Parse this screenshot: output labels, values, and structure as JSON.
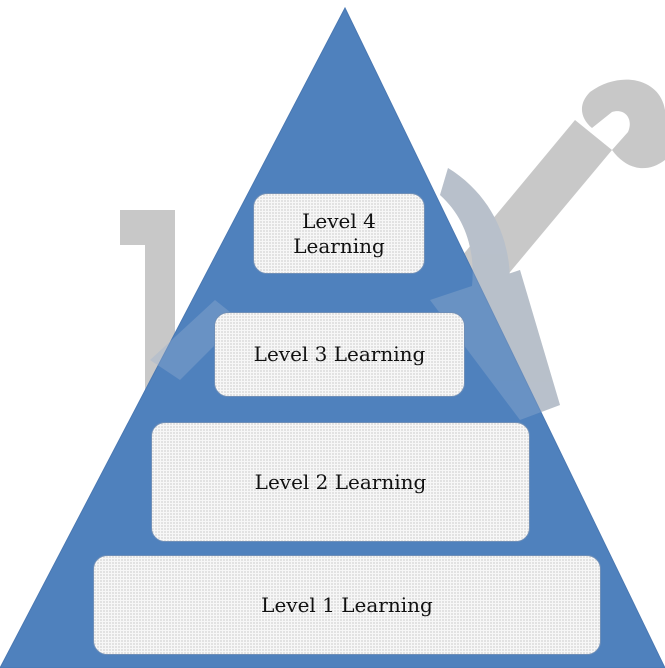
{
  "diagram": {
    "type": "pyramid",
    "levels": [
      {
        "label": "Level 4 Learning"
      },
      {
        "label": "Level 3 Learning"
      },
      {
        "label": "Level 2 Learning"
      },
      {
        "label": "Level 1 Learning"
      }
    ]
  },
  "colors": {
    "pyramid_fill": "#4f81bd",
    "watermark": "#c8c8c8",
    "box_fill": "#f7f7f7",
    "text": "#111111"
  }
}
